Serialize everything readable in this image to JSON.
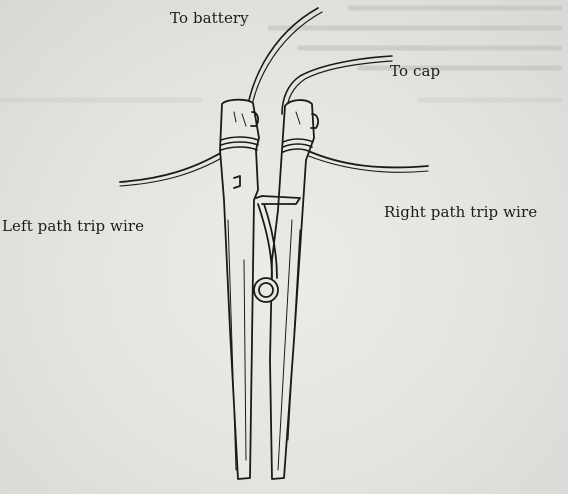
{
  "labels": {
    "to_battery": "To battery",
    "to_cap": "To cap",
    "left_trip_wire": "Left path trip wire",
    "right_trip_wire": "Right path trip wire"
  }
}
